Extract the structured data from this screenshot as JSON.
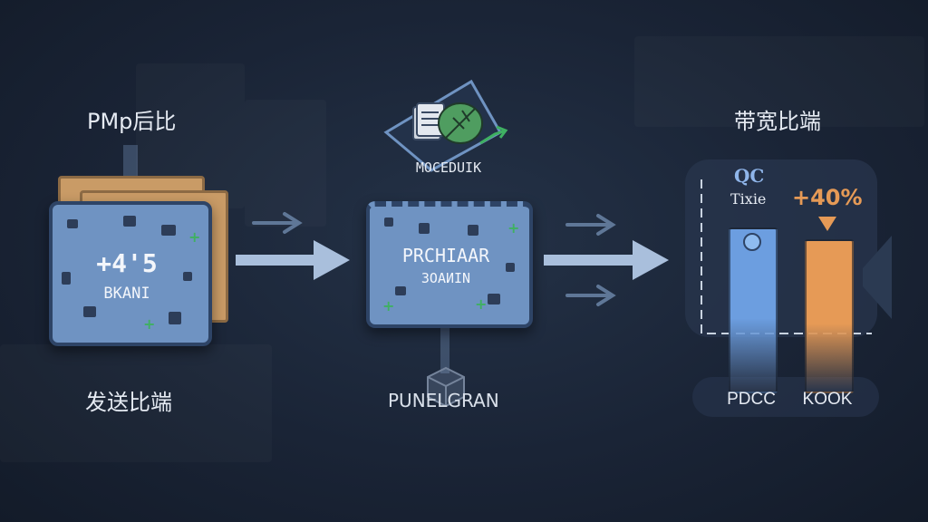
{
  "source": {
    "top_label": "PMp后比",
    "bottom_label": "发送比端",
    "card_value": "+4'5",
    "card_caption": "BKANI"
  },
  "processor": {
    "logo_caption": "MOCEDUIK",
    "card_title": "PRCHIAAR",
    "card_subtitle": "3OAИIN",
    "bottom_label": "PUNELGRAN"
  },
  "result": {
    "top_label": "带宽比端",
    "qc_label": "QC",
    "qc_sub": "Tixie",
    "delta_label": "+40%",
    "bars": [
      {
        "name": "PDCC",
        "value": 0.78,
        "color": "#6c9ee0"
      },
      {
        "name": "KOOK",
        "value": 0.72,
        "color": "#e69a56"
      }
    ]
  },
  "colors": {
    "card_blue": "#6f93c2",
    "arrow": "#a9bfdc",
    "accent_green": "#3fb062",
    "accent_orange": "#e69a56"
  }
}
